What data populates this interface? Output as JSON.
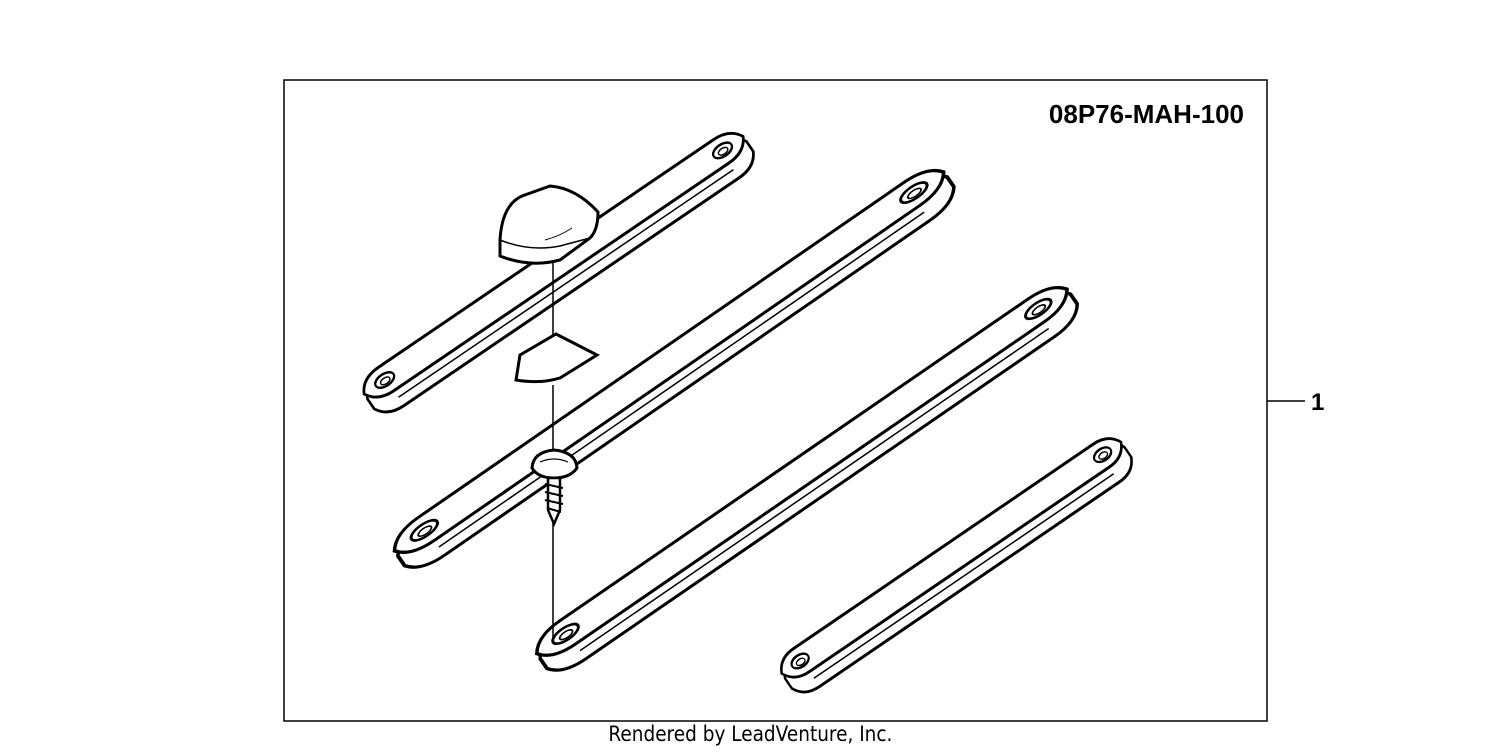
{
  "diagram": {
    "part_number": "08P76-MAH-100",
    "callouts": [
      {
        "label": "1"
      }
    ],
    "parts": [
      {
        "name": "strip"
      },
      {
        "name": "strip"
      },
      {
        "name": "strip"
      },
      {
        "name": "strip"
      },
      {
        "name": "cap"
      },
      {
        "name": "pad"
      },
      {
        "name": "screw"
      }
    ],
    "colors": {
      "line": "#000000",
      "background": "#ffffff"
    }
  },
  "footer": {
    "credit": "Rendered by LeadVenture, Inc."
  }
}
